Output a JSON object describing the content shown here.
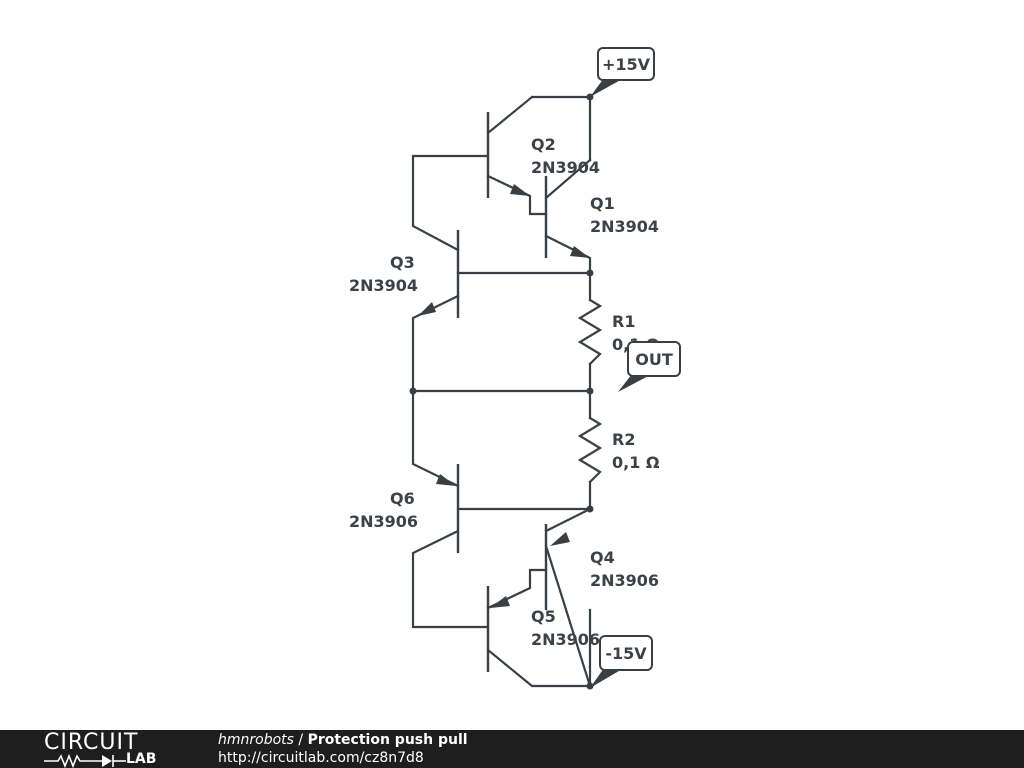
{
  "schematic": {
    "labels": {
      "q2_name": "Q2",
      "q2_part": "2N3904",
      "q1_name": "Q1",
      "q1_part": "2N3904",
      "q3_name": "Q3",
      "q3_part": "2N3904",
      "r1_name": "R1",
      "r1_value": "0,1 Ω",
      "r2_name": "R2",
      "r2_value": "0,1 Ω",
      "q6_name": "Q6",
      "q6_part": "2N3906",
      "q4_name": "Q4",
      "q4_part": "2N3906",
      "q5_name": "Q5",
      "q5_part": "2N3906"
    },
    "tags": {
      "vpos": "+15V",
      "out": "OUT",
      "vneg": "-15V"
    },
    "color": "#3a3f44"
  },
  "footer": {
    "logo_top": "CIRCUIT",
    "logo_bottom": "LAB",
    "user": "hmnrobots",
    "separator": " / ",
    "title": "Protection push pull",
    "url": "http://circuitlab.com/cz8n7d8",
    "background": "#1e1e1e"
  }
}
